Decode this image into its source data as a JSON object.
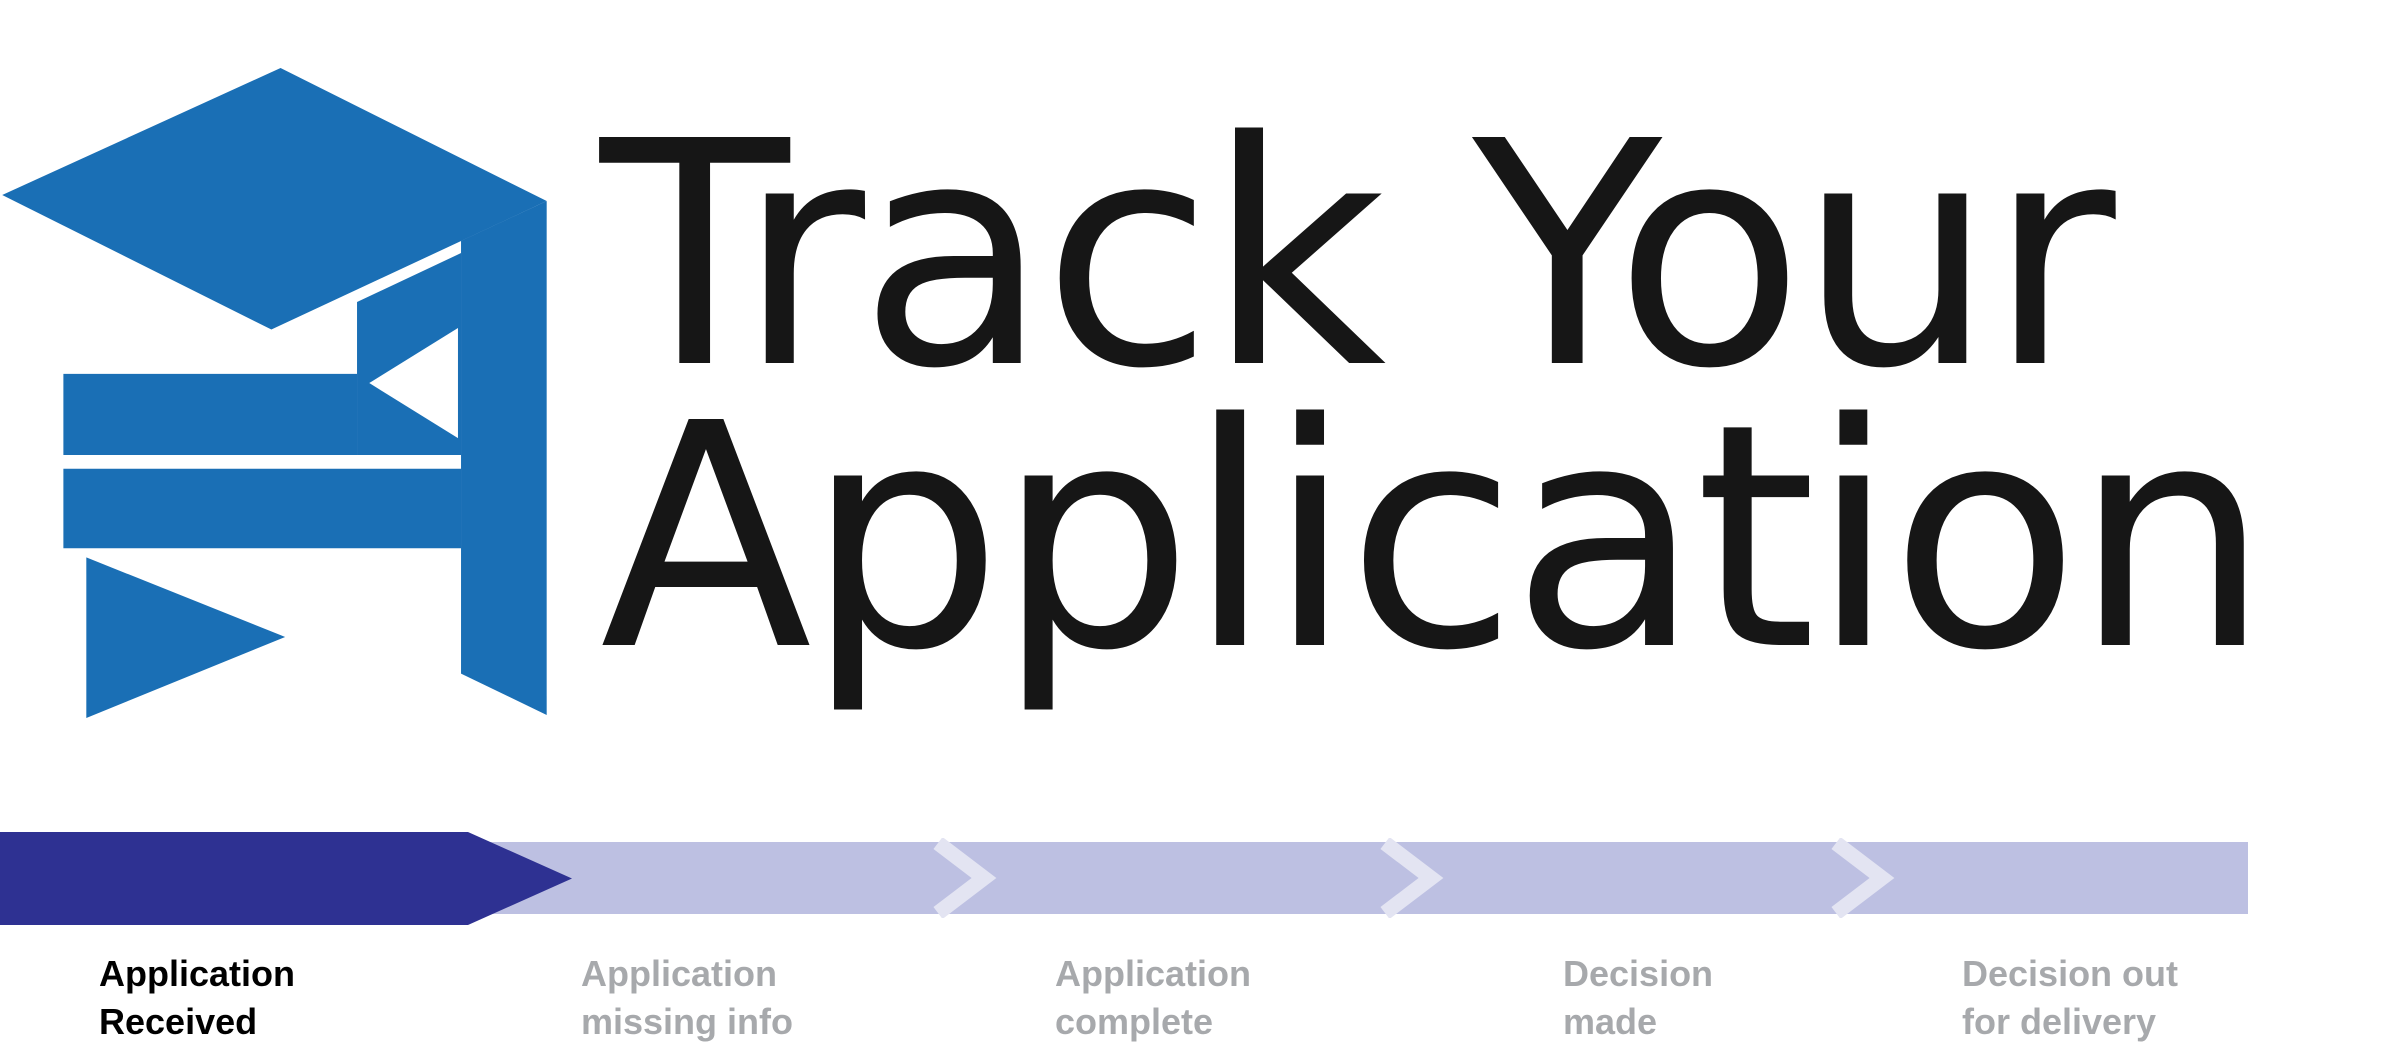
{
  "header": {
    "title_line1": "Track Your",
    "title_line2": "Application",
    "title_color": "#161616",
    "logo": {
      "name": "track-your-application-logo",
      "color": "#1A6FB5"
    }
  },
  "progress": {
    "colors": {
      "active_segment": "#2E3192",
      "track": "#BDC0E2",
      "chevron": "#E3E4F2",
      "active_label": "#000000",
      "inactive_label": "#A7A9AC"
    },
    "steps": [
      {
        "id": "application-received",
        "line1": "Application",
        "line2": "Received",
        "state": "active"
      },
      {
        "id": "application-missing-info",
        "line1": "Application",
        "line2": "missing info",
        "state": "upcoming"
      },
      {
        "id": "application-complete",
        "line1": "Application",
        "line2": "complete",
        "state": "upcoming"
      },
      {
        "id": "decision-made",
        "line1": "Decision",
        "line2": "made",
        "state": "upcoming"
      },
      {
        "id": "decision-out-for-delivery",
        "line1": "Decision out",
        "line2": "for delivery",
        "state": "upcoming"
      }
    ]
  }
}
